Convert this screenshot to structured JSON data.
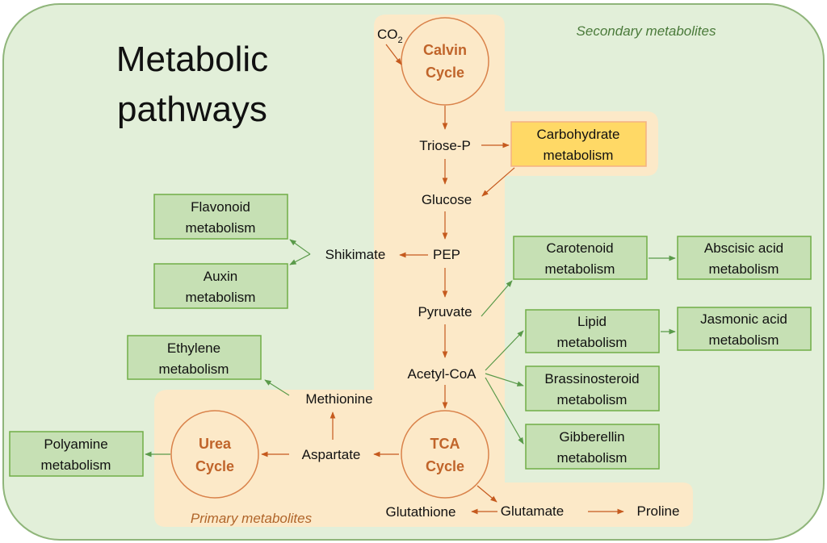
{
  "title": {
    "line1": "Metabolic",
    "line2": "pathways"
  },
  "region_labels": {
    "secondary": "Secondary metabolites",
    "primary": "Primary metabolites"
  },
  "cycles": {
    "calvin": {
      "line1": "Calvin",
      "line2": "Cycle"
    },
    "tca": {
      "line1": "TCA",
      "line2": "Cycle"
    },
    "urea": {
      "line1": "Urea",
      "line2": "Cycle"
    }
  },
  "co2": {
    "main": "CO",
    "sub": "2"
  },
  "nodes": {
    "triose_p": "Triose-P",
    "glucose": "Glucose",
    "pep": "PEP",
    "shikimate": "Shikimate",
    "pyruvate": "Pyruvate",
    "acetyl_coa": "Acetyl-CoA",
    "methionine": "Methionine",
    "aspartate": "Aspartate",
    "glutathione": "Glutathione",
    "glutamate": "Glutamate",
    "proline": "Proline"
  },
  "boxes": {
    "carbohydrate": {
      "line1": "Carbohydrate",
      "line2": "metabolism"
    },
    "flavonoid": {
      "line1": "Flavonoid",
      "line2": "metabolism"
    },
    "auxin": {
      "line1": "Auxin",
      "line2": "metabolism"
    },
    "carotenoid": {
      "line1": "Carotenoid",
      "line2": "metabolism"
    },
    "abscisic": {
      "line1": "Abscisic acid",
      "line2": "metabolism"
    },
    "lipid": {
      "line1": "Lipid",
      "line2": "metabolism"
    },
    "jasmonic": {
      "line1": "Jasmonic acid",
      "line2": "metabolism"
    },
    "ethylene": {
      "line1": "Ethylene",
      "line2": "metabolism"
    },
    "brassinosteroid": {
      "line1": "Brassinosteroid",
      "line2": "metabolism"
    },
    "gibberellin": {
      "line1": "Gibberellin",
      "line2": "metabolism"
    },
    "polyamine": {
      "line1": "Polyamine",
      "line2": "metabolism"
    }
  },
  "colors": {
    "secondary_bg": "#e2efd9",
    "secondary_border": "#8fb57a",
    "primary_bg": "#fce9c8",
    "orange_arrow": "#c55a1e",
    "green_arrow": "#5a9a4a",
    "box_fill": "#c6e0b4",
    "box_border": "#70ad47",
    "carb_fill": "#ffd966",
    "carb_border": "#f4b183",
    "cycle_stroke": "#d9824a"
  }
}
